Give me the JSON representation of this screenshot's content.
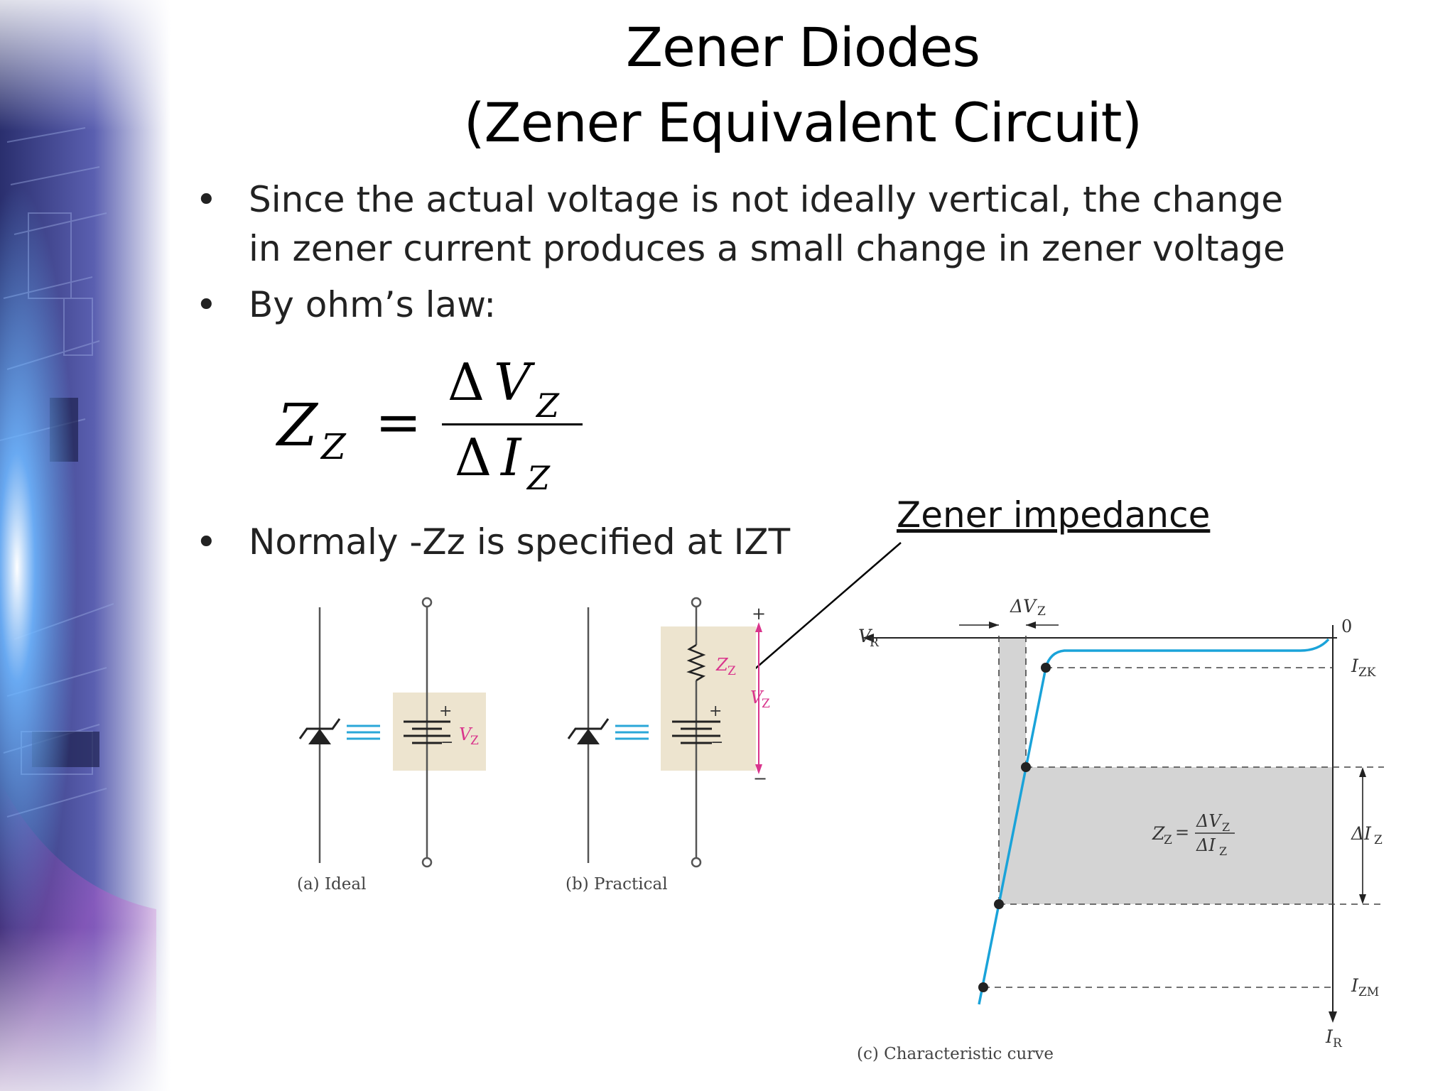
{
  "slide": {
    "title_line1": "Zener Diodes",
    "title_line2": "(Zener Equivalent Circuit)",
    "bullets": [
      {
        "marker": "•",
        "lines": [
          "Since the actual voltage is not ideally vertical, the change",
          "in zener current produces a small change in zener voltage"
        ]
      },
      {
        "marker": "•",
        "lines": [
          " By ohm’s law:"
        ]
      },
      {
        "marker": "•",
        "lines": [
          "Normaly -Zz is specified at IZT"
        ]
      }
    ],
    "formula": {
      "lhs": "Z",
      "lhs_sub": "Z",
      "equals": "=",
      "num_delta": "Δ",
      "num": "V",
      "num_sub": "Z",
      "den_delta": "Δ",
      "den": "I",
      "den_sub": "Z"
    },
    "callout": "Zener impedance"
  },
  "figure": {
    "ideal_caption": "(a) Ideal",
    "practical_caption": "(b) Practical",
    "characteristic_caption": "(c) Characteristic curve",
    "labels": {
      "vz_ideal": "V",
      "vz_sub": "Z",
      "zz": "Z",
      "zz_sub": "Z",
      "vz_practical": "V",
      "plus": "+",
      "minus": "−",
      "delta_vz": "ΔV",
      "vr": "V",
      "vr_sub": "R",
      "zero": "0",
      "izk": "I",
      "izk_sub": "ZK",
      "delta_iz": "ΔI",
      "izm": "I",
      "izm_sub": "ZM",
      "ir": "I",
      "ir_sub": "R",
      "zz_eq_lhs": "Z",
      "zz_eq_equals": "=",
      "zz_eq_num": "ΔV",
      "zz_eq_den": "ΔI"
    }
  },
  "colors": {
    "curve": "#1aa3d9",
    "vz_label": "#d9348c",
    "box_fill": "#ede4cf",
    "shade": "#d4d4d4",
    "equiv": "#2aa7d8"
  }
}
